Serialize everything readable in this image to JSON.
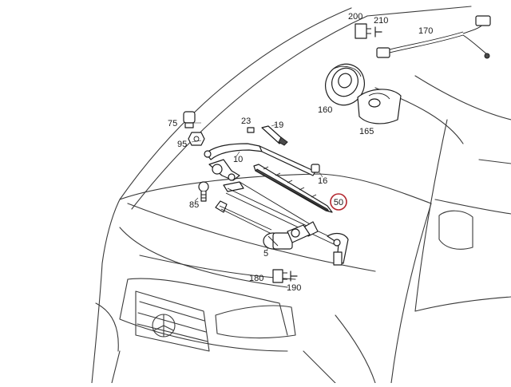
{
  "diagram": {
    "highlight_color": "#b3262e",
    "labels": {
      "p200": "200",
      "p210": "210",
      "p170": "170",
      "p160": "160",
      "p165": "165",
      "p75": "75",
      "p95": "95",
      "p23": "23",
      "p19": "19",
      "p10": "10",
      "p16": "16",
      "p50": "50",
      "p85": "85",
      "p5": "5",
      "p180": "180",
      "p190": "190"
    }
  }
}
